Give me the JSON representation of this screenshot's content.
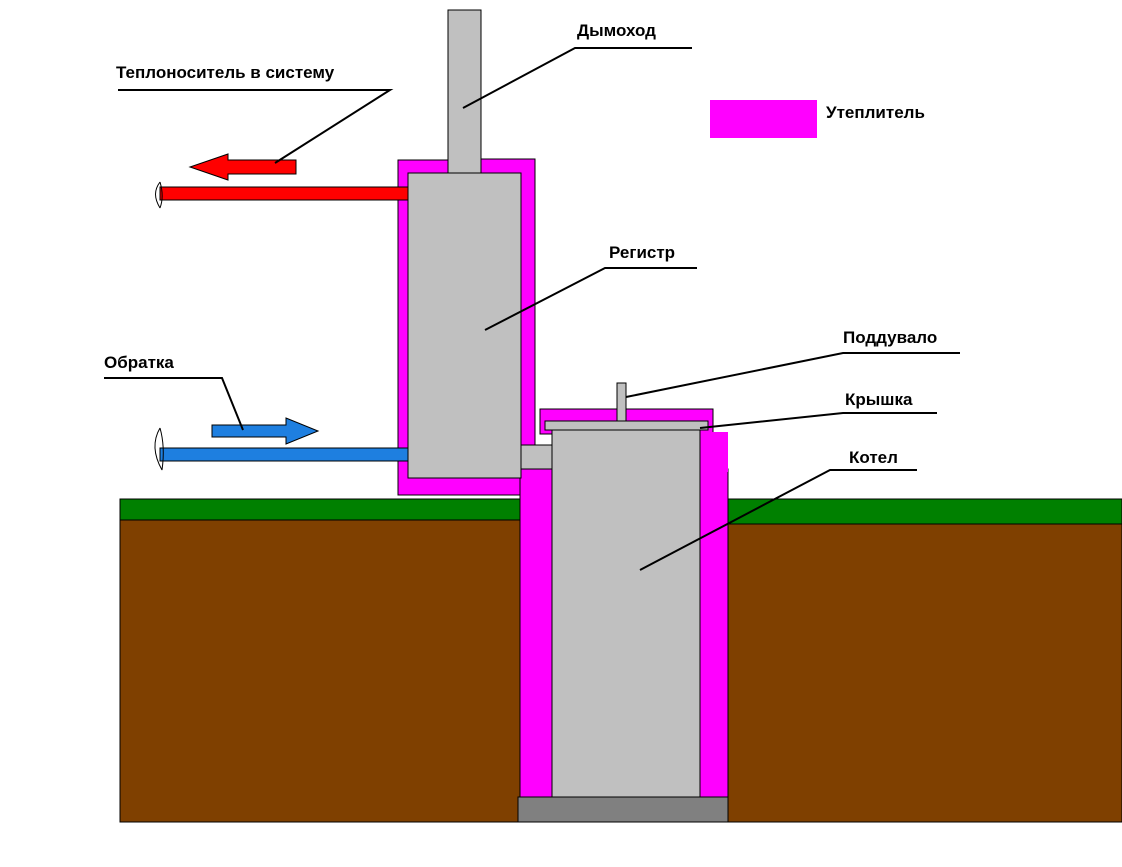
{
  "labels": {
    "chimney": "Дымоход",
    "coolant_out": "Теплоноситель в систему",
    "insulation": "Утеплитель",
    "register": "Регистр",
    "return": "Обратка",
    "ash_pit": "Поддувало",
    "lid": "Крышка",
    "boiler": "Котел"
  },
  "colors": {
    "insulation": "#ff00ff",
    "body": "#c0c0c0",
    "ground": "#7f4000",
    "grass": "#008000",
    "hot_pipe": "#ff0000",
    "cold_pipe": "#1e7fe0",
    "base": "#808080"
  }
}
